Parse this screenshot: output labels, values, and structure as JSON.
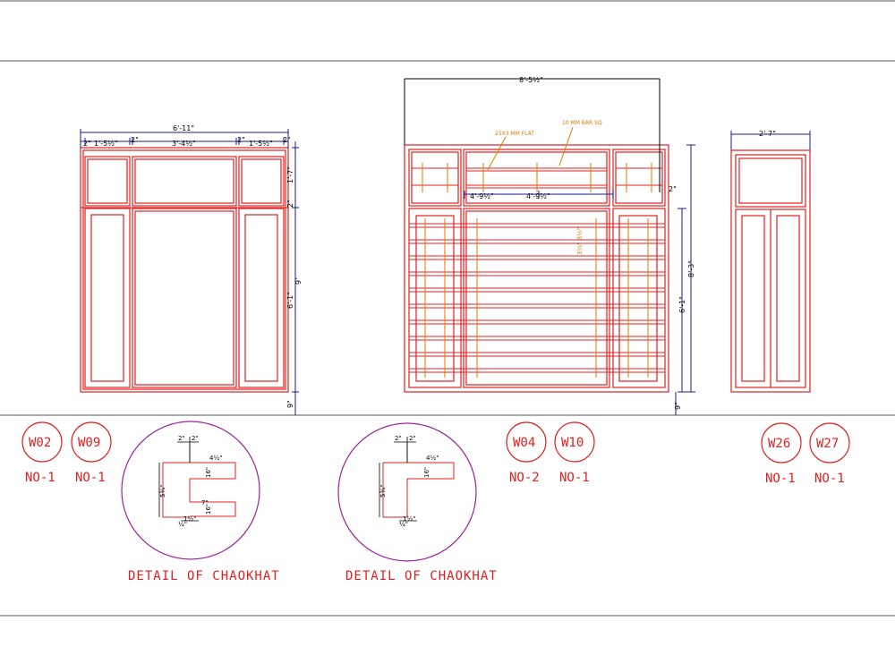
{
  "colors": {
    "frame": "#e02020",
    "dimension": "#1a1a8c",
    "annotation": "#e07a00",
    "detail_circle": "#a020a0",
    "border": "#555555"
  },
  "elevation_1": {
    "overall_width": "6'-11\"",
    "top_dims": [
      "2\"",
      "1'-5½\"",
      "2\"",
      "3'-4½\"",
      "2\"",
      "1'-5½\"",
      "2\""
    ],
    "transom_height": "1'-7\"",
    "mid_rail": "2\"",
    "panel_height": "6'-1\"",
    "overall_height": "9'",
    "sill": "9\""
  },
  "elevation_2": {
    "overall_width": "8'-5½\"",
    "label_flat": "25X3 MM FLAT",
    "label_bar": "10 MM BAR SQ",
    "mid_dims": [
      "4'-9½\"",
      "4'-9½\""
    ],
    "right_small": "2\"",
    "bar_spacing": "3½\" 3½\"",
    "panel_height": "6'-1\"",
    "overall_height": "8'-3\"",
    "sill": "9\""
  },
  "elevation_3": {
    "overall_width": "2'-7\""
  },
  "tags": [
    {
      "code": "W02",
      "count": "NO-1"
    },
    {
      "code": "W09",
      "count": "NO-1"
    },
    {
      "code": "W04",
      "count": "NO-2"
    },
    {
      "code": "W10",
      "count": "NO-1"
    },
    {
      "code": "W26",
      "count": "NO-1"
    },
    {
      "code": "W27",
      "count": "NO-1"
    }
  ],
  "details": [
    {
      "title": "DETAIL OF CHAOKHAT",
      "dims": {
        "top": "2\"",
        "side": "4½\"",
        "rebate1": "2\"",
        "rebate2": "16\"",
        "height": "5¾\"",
        "depth": "1½\"",
        "bottom": "¼\"",
        "rebate3": "7\"",
        "rebate4": "16\""
      }
    },
    {
      "title": "DETAIL OF CHAOKHAT",
      "dims": {
        "top": "2\"",
        "side": "4½\"",
        "rebate1": "2\"",
        "rebate2": "16\"",
        "height": "5¾\"",
        "depth": "1½\"",
        "bottom": "¼\""
      }
    }
  ]
}
